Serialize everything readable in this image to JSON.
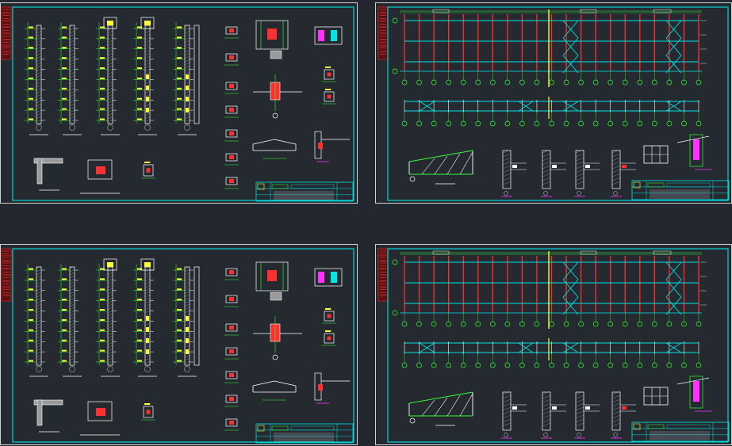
{
  "canvas": {
    "background": "#232830",
    "sheet_border": "#d0d0d0"
  },
  "colors": {
    "frame": "#00e5e5",
    "column": "#ff3030",
    "beam": "#00e5e5",
    "grid_axis": "#33ff33",
    "dimension": "#33ff33",
    "label": "#ffff33",
    "detail": "#ffffff",
    "hatch": "#9a9a9a",
    "accent": "#ff33ff",
    "sidebar": "#cc2222"
  },
  "sheets": [
    {
      "id": "sheet-1",
      "kind": "column-details",
      "title_block": "title-block"
    },
    {
      "id": "sheet-2",
      "kind": "frame-elevation",
      "title_block": "title-block"
    },
    {
      "id": "sheet-3",
      "kind": "column-details",
      "title_block": "title-block"
    },
    {
      "id": "sheet-4",
      "kind": "frame-elevation",
      "title_block": "title-block"
    }
  ],
  "icons": [
    "sidebar-stamp-icon",
    "title-block-logo-icon",
    "grid-axis-bubble-icon"
  ]
}
